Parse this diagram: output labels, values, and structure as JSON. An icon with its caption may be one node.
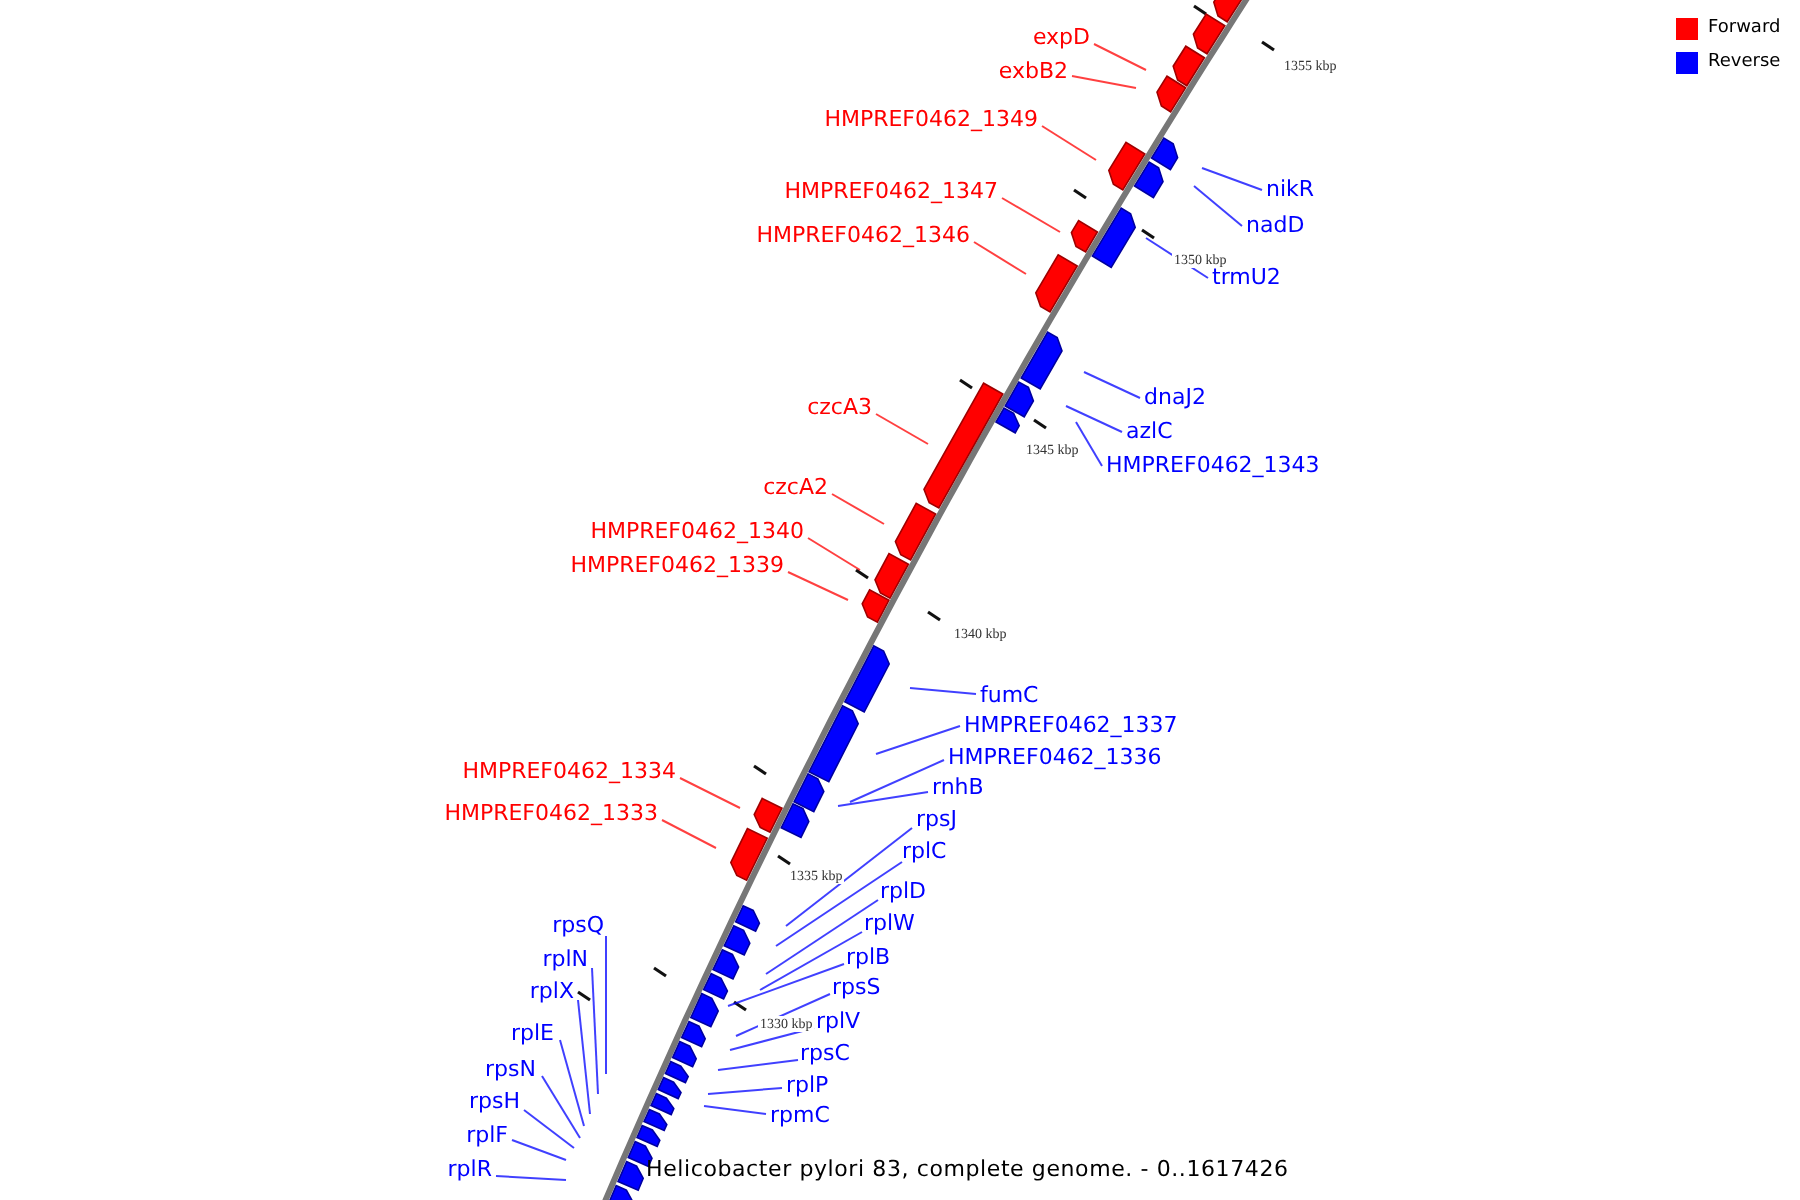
{
  "diagram": {
    "nodes": [
      {
        "text": [
          "expD"
        ]
      },
      {
        "text": [
          "exbB2"
        ]
      },
      {
        "text": [
          "HMPREF0462_1349"
        ]
      },
      {
        "text": [
          "nikR"
        ]
      },
      {
        "text": [
          "HMPREF0462_1347"
        ]
      },
      {
        "text": [
          "nadD"
        ]
      },
      {
        "text": [
          "HMPREF0462_1346"
        ]
      },
      {
        "text": [
          "trmU2"
        ]
      },
      {
        "text": [
          "dnaJ2"
        ]
      },
      {
        "text": [
          "czcA3"
        ]
      },
      {
        "text": [
          "azlC"
        ]
      },
      {
        "text": [
          "HMPREF0462_1343"
        ]
      },
      {
        "text": [
          "czcA2"
        ]
      },
      {
        "text": [
          "HMPREF0462_1340"
        ]
      },
      {
        "text": [
          "HMPREF0462_1339"
        ]
      },
      {
        "text": [
          "fumC"
        ]
      },
      {
        "text": [
          "HMPREF0462_1337"
        ]
      },
      {
        "text": [
          "HMPREF0462_1336"
        ]
      },
      {
        "text": [
          "HMPREF0462_1334"
        ]
      },
      {
        "text": [
          "rnhB"
        ]
      },
      {
        "text": [
          "HMPREF0462_1333"
        ]
      },
      {
        "text": [
          "rpsJ"
        ]
      },
      {
        "text": [
          "rplC"
        ]
      },
      {
        "text": [
          "rplD"
        ]
      },
      {
        "text": [
          "rplW"
        ]
      },
      {
        "text": [
          "rpsQ"
        ]
      },
      {
        "text": [
          "rplB"
        ]
      },
      {
        "text": [
          "rplN"
        ]
      },
      {
        "text": [
          "rpsS"
        ]
      },
      {
        "text": [
          "rplX"
        ]
      },
      {
        "text": [
          "rplV"
        ]
      },
      {
        "text": [
          "rplE"
        ]
      },
      {
        "text": [
          "rpsC"
        ]
      },
      {
        "text": [
          "rpsN"
        ]
      },
      {
        "text": [
          "rplP"
        ]
      },
      {
        "text": [
          "rpsH"
        ]
      },
      {
        "text": [
          "rpmC"
        ]
      },
      {
        "text": [
          "rplF"
        ]
      },
      {
        "text": [
          "rplR"
        ]
      }
    ],
    "edges": [
      {
        "from": 0,
        "to": null,
        "arrow": "none",
        "color": "#ff0000"
      },
      {
        "from": 1,
        "to": null,
        "arrow": "none",
        "color": "#ff0000"
      },
      {
        "from": 2,
        "to": null,
        "arrow": "none",
        "color": "#ff0000"
      },
      {
        "from": 3,
        "to": null,
        "arrow": "none"
      },
      {
        "from": 4,
        "to": null,
        "arrow": "none",
        "color": "#ff0000"
      },
      {
        "from": 5,
        "to": null,
        "arrow": "none"
      },
      {
        "from": 6,
        "to": null,
        "arrow": "none",
        "color": "#ff0000"
      },
      {
        "from": 7,
        "to": null,
        "arrow": "none"
      },
      {
        "from": 8,
        "to": null,
        "arrow": "none"
      },
      {
        "from": 9,
        "to": null,
        "arrow": "none",
        "color": "#ff0000"
      },
      {
        "from": 10,
        "to": null,
        "arrow": "none"
      },
      {
        "from": 11,
        "to": null,
        "arrow": "none"
      },
      {
        "from": 12,
        "to": null,
        "arrow": "none",
        "color": "#ff0000"
      },
      {
        "from": 13,
        "to": null,
        "arrow": "none",
        "color": "#ff0000"
      },
      {
        "from": 14,
        "to": null,
        "arrow": "none",
        "color": "#ff0000"
      },
      {
        "from": 15,
        "to": null,
        "arrow": "none"
      },
      {
        "from": 16,
        "to": null,
        "arrow": "none"
      },
      {
        "from": 17,
        "to": null,
        "arrow": "none"
      },
      {
        "from": 18,
        "to": null,
        "arrow": "none",
        "color": "#ff0000"
      },
      {
        "from": 19,
        "to": null,
        "arrow": "none"
      },
      {
        "from": 20,
        "to": null,
        "arrow": "none",
        "color": "#ff0000"
      },
      {
        "from": 21,
        "to": null,
        "arrow": "none"
      },
      {
        "from": 22,
        "to": null,
        "arrow": "none"
      },
      {
        "from": 23,
        "to": null,
        "arrow": "none"
      },
      {
        "from": 24,
        "to": null,
        "arrow": "none"
      },
      {
        "from": 25,
        "to": null,
        "arrow": "none"
      },
      {
        "from": 26,
        "to": null,
        "arrow": "none"
      },
      {
        "from": 27,
        "to": null,
        "arrow": "none"
      },
      {
        "from": 28,
        "to": null,
        "arrow": "none"
      },
      {
        "from": 29,
        "to": null,
        "arrow": "none"
      },
      {
        "from": 30,
        "to": null,
        "arrow": "none"
      },
      {
        "from": 31,
        "to": null,
        "arrow": "none"
      },
      {
        "from": 32,
        "to": null,
        "arrow": "none"
      },
      {
        "from": 33,
        "to": null,
        "arrow": "none"
      },
      {
        "from": 34,
        "to": null,
        "arrow": "none"
      },
      {
        "from": 35,
        "to": null,
        "arrow": "none"
      },
      {
        "from": 36,
        "to": null,
        "arrow": "none"
      },
      {
        "from": 37,
        "to": null,
        "arrow": "none"
      },
      {
        "from": 38,
        "to": null,
        "arrow": "none"
      }
    ],
    "labels": [
      "1355 kbp",
      "1350 kbp",
      "1345 kbp",
      "1340 kbp",
      "1335 kbp",
      "1330 kbp",
      "Helicobacter pylori 83, complete genome. - 0..1617426"
    ],
    "legend": [
      {
        "text": "Forward",
        "color": "#ff0000"
      },
      {
        "text": "Reverse",
        "color": "#0000ff"
      }
    ]
  }
}
